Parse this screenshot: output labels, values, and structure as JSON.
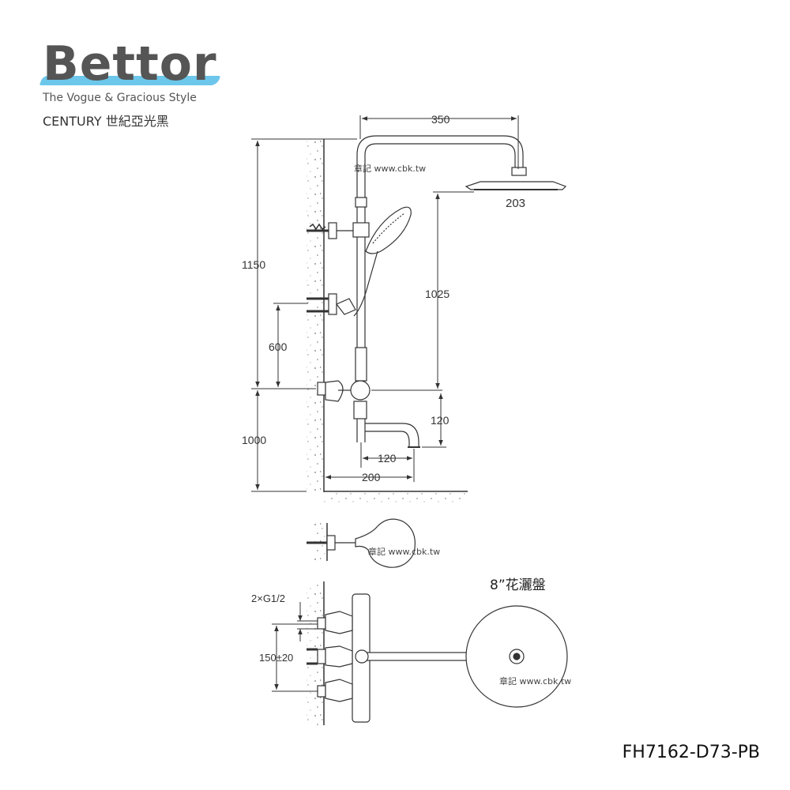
{
  "brand": {
    "name": "Bettor",
    "tagline": "The Vogue & Gracious Style",
    "series": "CENTURY 世紀亞光黑",
    "accent_color": "#6cc7ea",
    "text_color": "#555555"
  },
  "model": "FH7162-D73-PB",
  "dimensions": {
    "arm_length": "350",
    "head_diameter": "203",
    "total_height": "1150",
    "head_height": "1025",
    "bracket_height": "600",
    "mixer_height": "1000",
    "spout_drop": "120",
    "spout_reach": "120",
    "wall_offset": "200",
    "inlet_thread": "2×G1/2",
    "inlet_spacing": "150±20"
  },
  "labels": {
    "shower_head": "8”花灑盤"
  },
  "watermarks": [
    "章記 www.cbk.tw",
    "章記 www.cbk.tw",
    "章記 www.cbk.tw"
  ]
}
